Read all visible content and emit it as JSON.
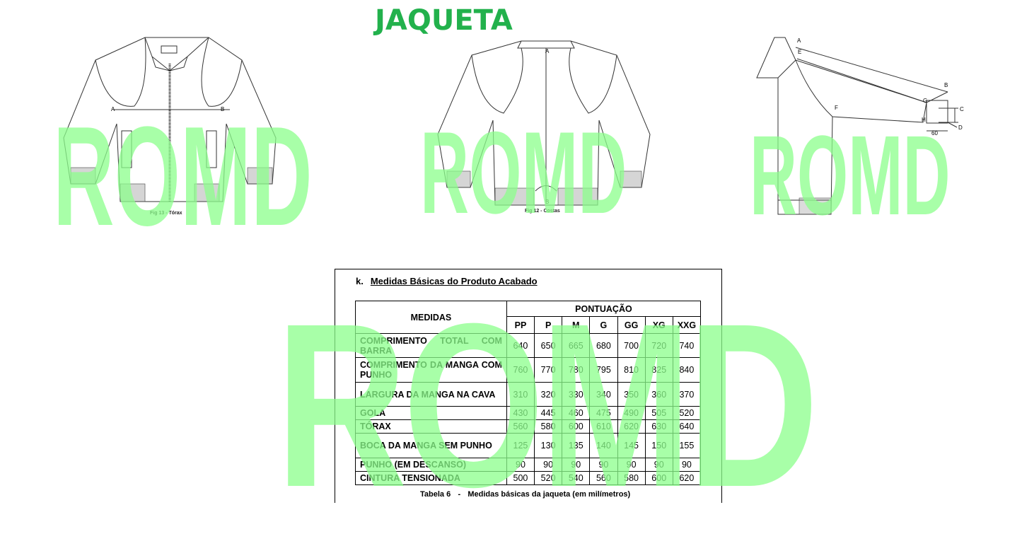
{
  "title": "JAQUETA",
  "watermark": "ROMD",
  "figures": {
    "front": {
      "caption": "Fig 13  -   Tórax",
      "points": [
        "A",
        "B"
      ]
    },
    "back": {
      "caption": "Fig 12  -   Costas",
      "points": [
        "A",
        "B"
      ]
    },
    "side": {
      "points": [
        "A",
        "E",
        "B",
        "G",
        "C",
        "F",
        "H",
        "D"
      ],
      "cuff_dim": "60"
    }
  },
  "section": {
    "letter": "k.",
    "title": "Medidas Básicas do Produto Acabado"
  },
  "table": {
    "header_measures": "MEDIDAS",
    "header_points": "PONTUAÇÃO",
    "sizes": [
      "PP",
      "P",
      "M",
      "G",
      "GG",
      "XG",
      "XXG"
    ],
    "rows": [
      {
        "name": "COMPRIMENTO TOTAL COM BARRA",
        "values": [
          "640",
          "650",
          "665",
          "680",
          "700",
          "720",
          "740"
        ]
      },
      {
        "name": "COMPRIMENTO DA MANGA COM PUNHO",
        "values": [
          "760",
          "770",
          "780",
          "795",
          "810",
          "825",
          "840"
        ]
      },
      {
        "name": "LARGURA DA MANGA NA CAVA",
        "values": [
          "310",
          "320",
          "330",
          "340",
          "350",
          "360",
          "370"
        ]
      },
      {
        "name": "GOLA",
        "values": [
          "430",
          "445",
          "460",
          "475",
          "490",
          "505",
          "520"
        ]
      },
      {
        "name": "TÓRAX",
        "values": [
          "560",
          "580",
          "600",
          "610",
          "620",
          "630",
          "640"
        ]
      },
      {
        "name": "BOCA DA MANGA SEM PUNHO",
        "values": [
          "125",
          "130",
          "135",
          "140",
          "145",
          "150",
          "155"
        ]
      },
      {
        "name": "PUNHO (EM DESCANSO)",
        "values": [
          "90",
          "90",
          "90",
          "90",
          "90",
          "90",
          "90"
        ]
      },
      {
        "name": "CINTURA TENSIONADA",
        "values": [
          "500",
          "520",
          "540",
          "560",
          "580",
          "600",
          "620"
        ]
      }
    ],
    "caption_label": "Tabela 6",
    "caption_sep": "-",
    "caption_text": "Medidas básicas da jaqueta (em milímetros)"
  }
}
